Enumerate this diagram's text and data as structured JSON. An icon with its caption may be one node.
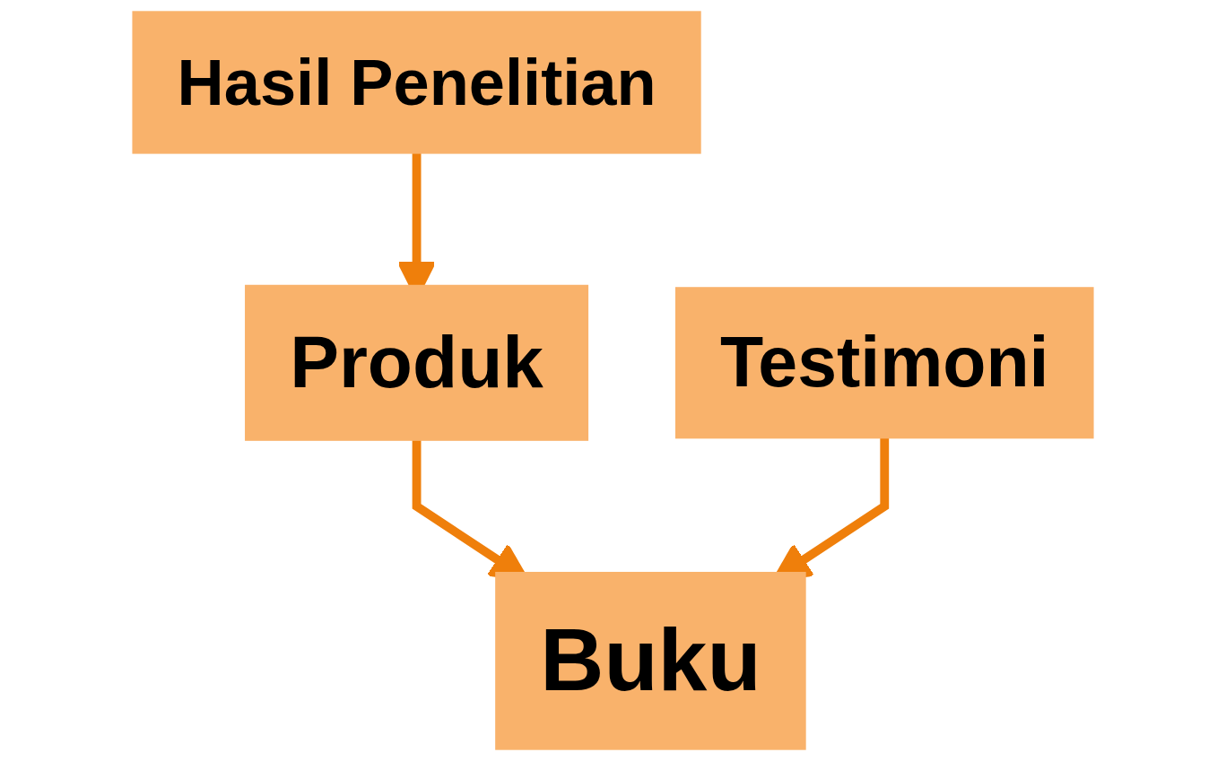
{
  "diagram": {
    "nodes": [
      {
        "text": [
          "Hasil Penelitian"
        ]
      },
      {
        "text": [
          "Produk"
        ]
      },
      {
        "text": [
          "Testimoni"
        ]
      },
      {
        "text": [
          "Buku"
        ]
      }
    ],
    "edges": [
      {
        "from": 0,
        "to": 1,
        "arrow": "to"
      },
      {
        "from": 1,
        "to": 3,
        "arrow": "to"
      },
      {
        "from": 2,
        "to": 3,
        "arrow": "to"
      }
    ]
  }
}
